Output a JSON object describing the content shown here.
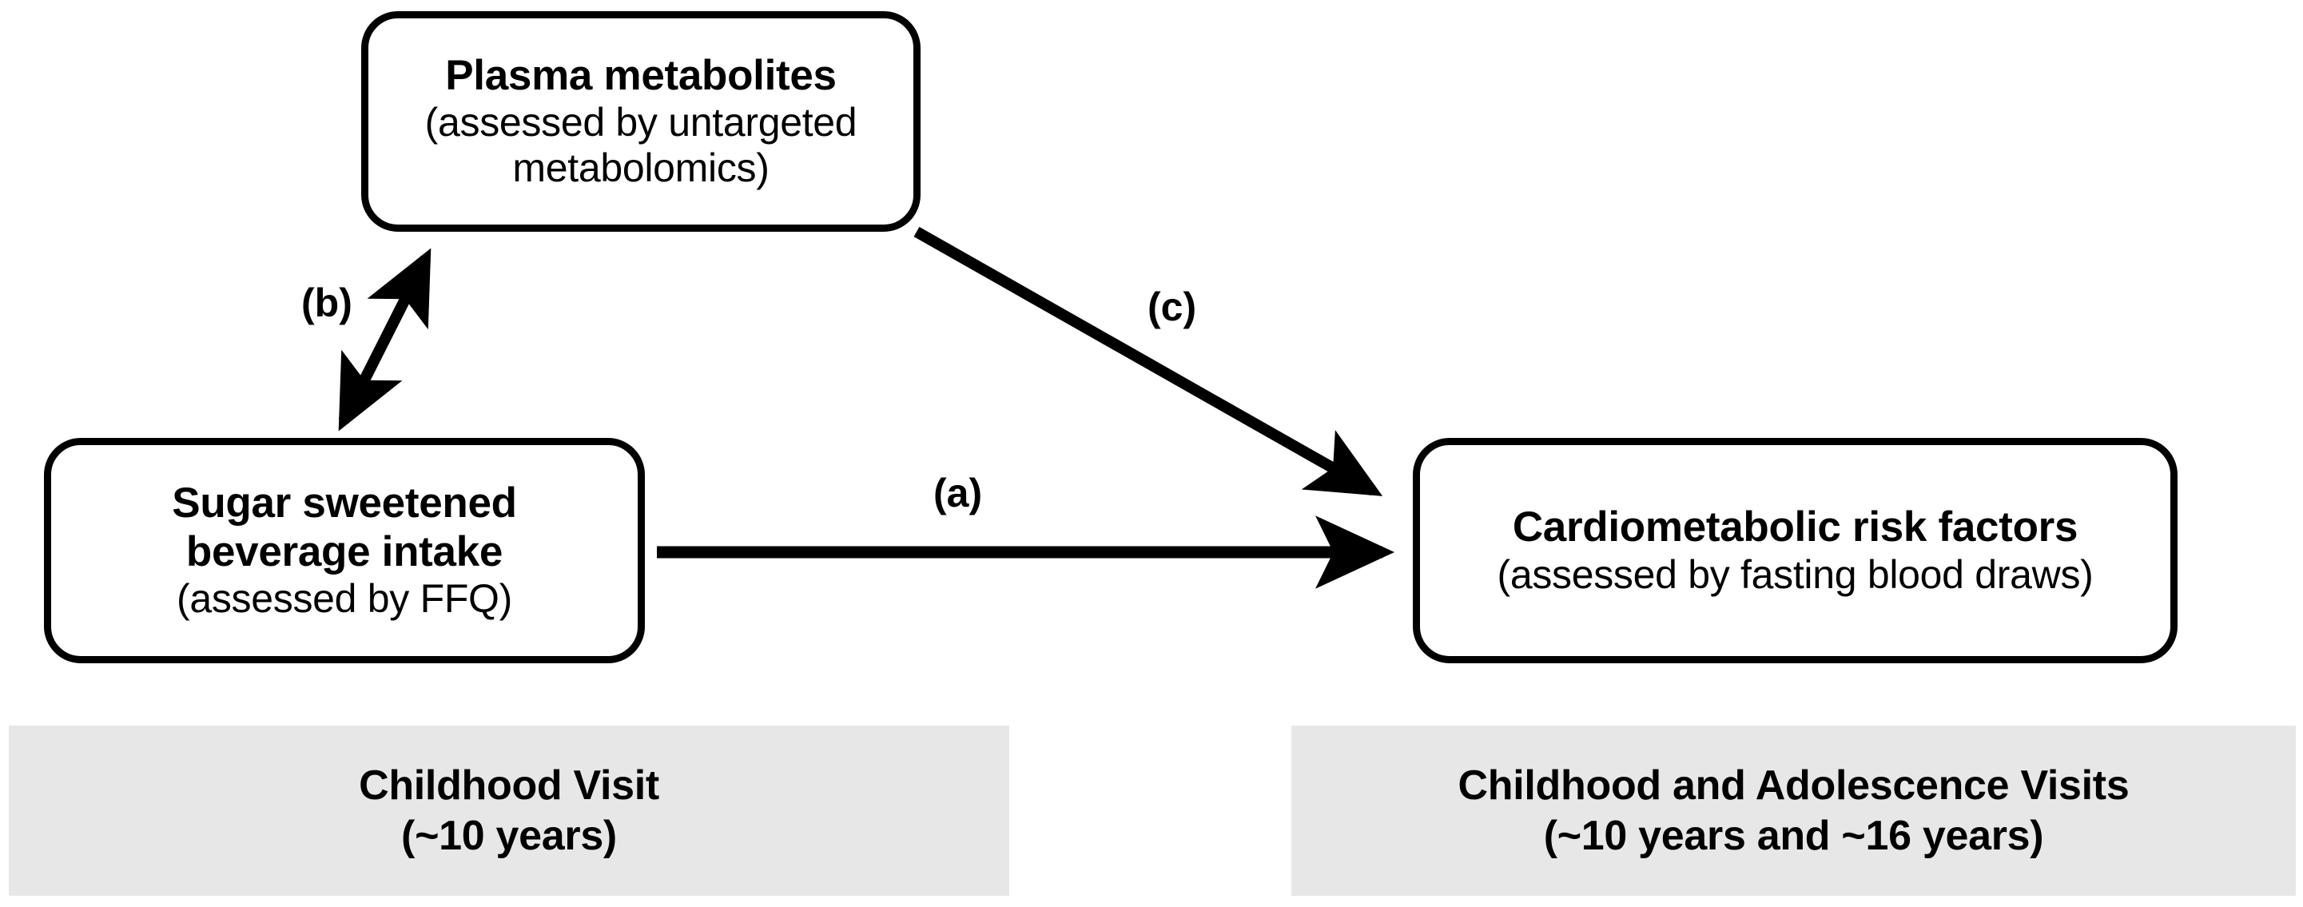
{
  "figure": {
    "type": "mediation-path-diagram",
    "background_color": "#ffffff",
    "line_color": "#000000",
    "timeline_band_color": "#e7e7e7"
  },
  "nodes": {
    "metabolites": {
      "title": "Plasma metabolites",
      "sub_line1": "(assessed by untargeted",
      "sub_line2": "metabolomics)"
    },
    "ssb": {
      "title_line1": "Sugar sweetened",
      "title_line2": "beverage intake",
      "sub": "(assessed by FFQ)"
    },
    "cardio": {
      "title": "Cardiometabolic risk factors",
      "sub": "(assessed by fasting blood draws)"
    }
  },
  "paths": {
    "a": {
      "label": "(a)",
      "from": "ssb",
      "to": "cardio",
      "arrow": "single-headed",
      "direction": "horizontal-right"
    },
    "b": {
      "label": "(b)",
      "from": "ssb",
      "to": "metabolites",
      "arrow": "double-headed",
      "direction": "diagonal-up-right"
    },
    "c": {
      "label": "(c)",
      "from": "metabolites",
      "to": "cardio",
      "arrow": "single-headed",
      "direction": "diagonal-down-right"
    }
  },
  "timeline": {
    "childhood": {
      "line1": "Childhood Visit",
      "line2": "(~10 years)"
    },
    "adolescence": {
      "line1": "Childhood and Adolescence Visits",
      "line2": "(~10 years and ~16 years)"
    }
  }
}
